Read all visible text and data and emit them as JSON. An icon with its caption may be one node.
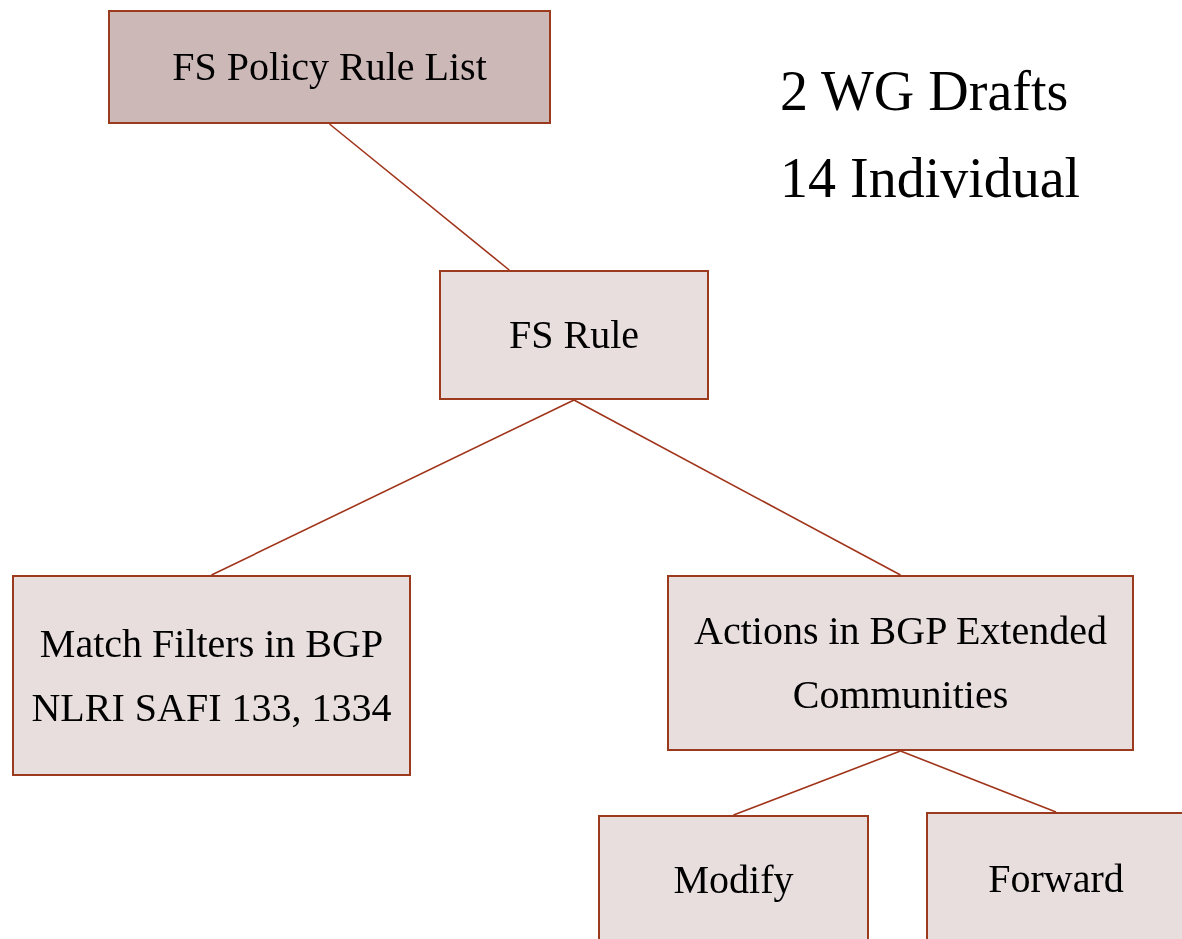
{
  "diagram": {
    "nodes": [
      {
        "text": [
          "FS Policy Rule List"
        ]
      },
      {
        "text": [
          "FS Rule"
        ]
      },
      {
        "text": [
          "Match Filters in BGP NLRI SAFI 133, 1334"
        ]
      },
      {
        "text": [
          "Actions in BGP Extended Communities"
        ]
      },
      {
        "text": [
          "Modify"
        ]
      },
      {
        "text": [
          "Forward"
        ]
      }
    ],
    "edges": [
      {
        "from": 0,
        "to": 1,
        "arrow": "none"
      },
      {
        "from": 1,
        "to": 2,
        "arrow": "none"
      },
      {
        "from": 1,
        "to": 3,
        "arrow": "none"
      },
      {
        "from": 3,
        "to": 4,
        "arrow": "none"
      },
      {
        "from": 3,
        "to": 5,
        "arrow": "none"
      }
    ],
    "labels": [
      "2 WG Drafts",
      "14 Individual"
    ]
  }
}
